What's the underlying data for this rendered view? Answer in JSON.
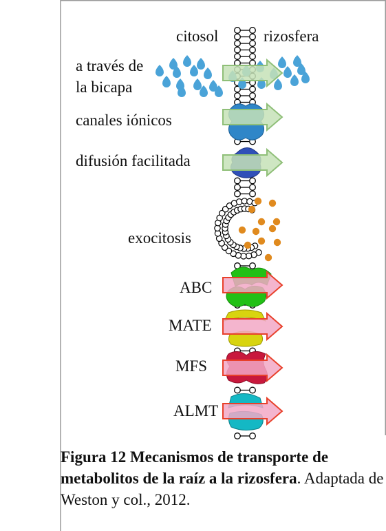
{
  "header": {
    "left_label": "citosol",
    "right_label": "rizosfera"
  },
  "mechanisms": {
    "bilayer": {
      "line1": "a través de",
      "line2": "la bicapa"
    },
    "ion_channels": "canales iónicos",
    "facilitated_diffusion": "difusión facilitada",
    "exocytosis": "exocitosis",
    "abc": "ABC",
    "mate": "MATE",
    "mfs": "MFS",
    "almt": "ALMT"
  },
  "caption": {
    "title": "Figura 12 Mecanismos de transporte de metabolitos de la raíz a la rizosfera",
    "suffix": ". Adaptada de Weston y col., 2012."
  },
  "colors": {
    "passive_arrow_fill": "#c6e2b7",
    "passive_arrow_stroke": "#8fbf78",
    "active_arrow_fill": "#f2a8c6",
    "active_arrow_stroke": "#e8402a",
    "droplet": "#4aa3d8",
    "channel": "#2f86c8",
    "facilitated": "#2f4fb8",
    "vesicle_cargo": "#e08a1e",
    "abc": "#22c016",
    "mate": "#d8d40f",
    "mfs": "#c8183c",
    "almt": "#14b8c4"
  }
}
